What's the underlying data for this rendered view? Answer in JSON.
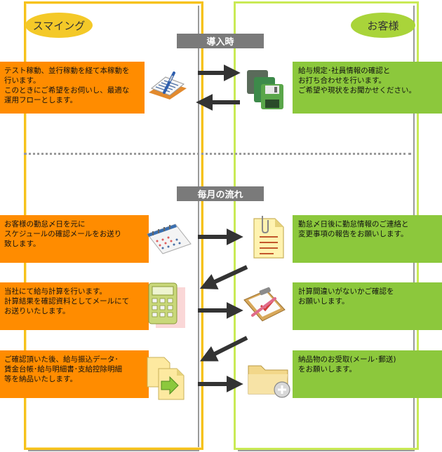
{
  "columns": {
    "left_label": "スマイング",
    "right_label": "お客様"
  },
  "sections": {
    "intro": "導入時",
    "monthly": "毎月の流れ"
  },
  "steps": {
    "intro_left": "テスト稼動、並行稼動を経て本稼動を\n行います。\nこのときにご希望をお伺いし、最適な\n運用フローとします。",
    "intro_right": "給与規定･社員情報の確認と\nお打ち合わせを行います。\nご希望や現状をお聞かせください。",
    "m1_left": "お客様の勤怠〆日を元に\nスケジュールの確認メールをお送り\n致します。",
    "m1_right": "勤怠〆日後に勤怠情報のご連絡と\n変更事項の報告をお願いします。",
    "m2_left": "当社にて給与計算を行います。\n計算結果を確認資料としてメールにて\nお送りいたします。",
    "m2_right": "計算間違いがないかご確認を\nお願いします。",
    "m3_left": "ご確認頂いた後、給与振込データ･\n賃金台帳･給与明細書･支給控除明細\n等を納品いたします。",
    "m3_right": "納品物のお受取(メール･郵送)\nをお願いします。"
  },
  "icons": {
    "intro_left": "notebook-pen-icon",
    "intro_right": "floppy-disks-icon",
    "m1_left": "calendar-icon",
    "m1_right": "document-clip-icon",
    "m2_left": "calculator-icon",
    "m2_right": "clipboard-check-icon",
    "m3_left": "file-transfer-icon",
    "m3_right": "folder-add-icon"
  },
  "colors": {
    "left_accent": "#f6c21a",
    "right_accent": "#c9ea55",
    "left_box": "#ff8c00",
    "right_box": "#8cc83c",
    "section_bar": "#7a7a7a",
    "arrow": "#333333"
  }
}
